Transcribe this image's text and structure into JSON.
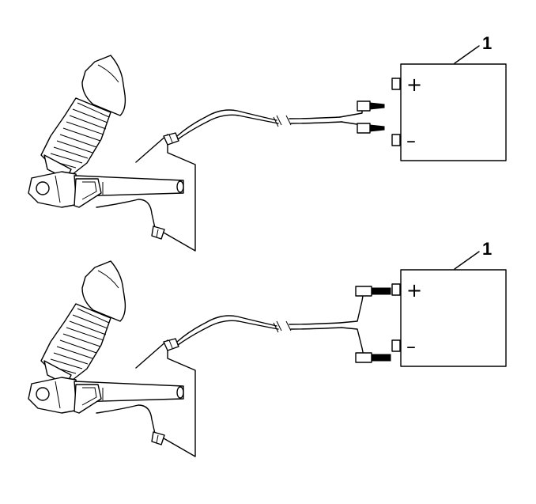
{
  "panels": [
    {
      "callout": "1",
      "plus_symbol": "+",
      "minus_symbol": "–"
    },
    {
      "callout": "1",
      "plus_symbol": "+",
      "minus_symbol": "–"
    }
  ],
  "icons": {
    "buckle": "seat-belt-buckle-pretensioner",
    "battery": "battery-with-terminals",
    "harness": "wire-harness-with-connector",
    "clips": "alligator-test-clips"
  }
}
